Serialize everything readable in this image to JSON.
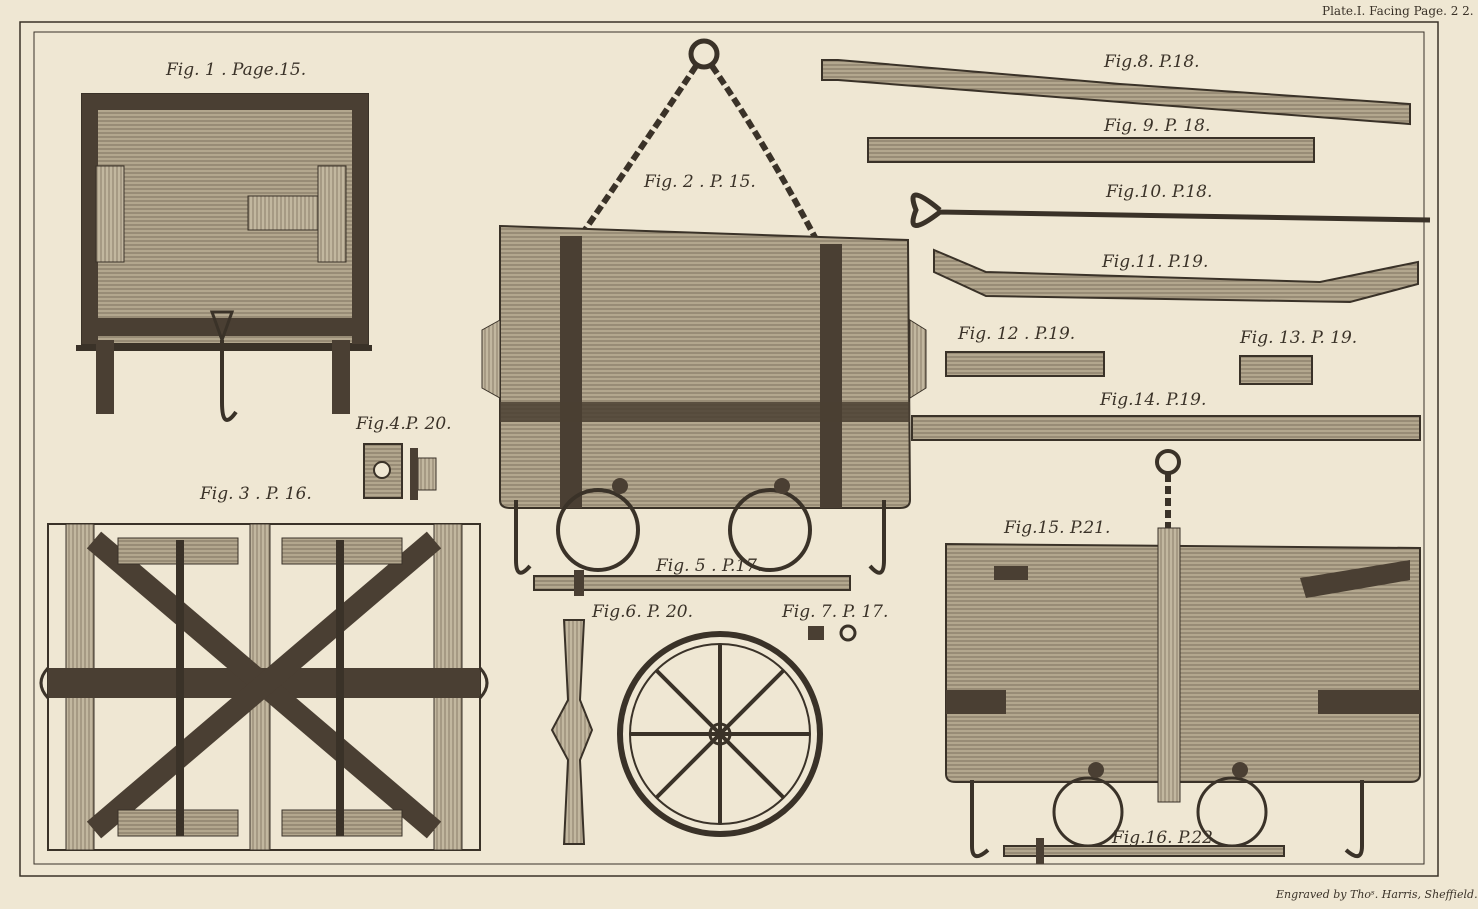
{
  "header": {
    "plate_ref": "Plate.I. Facing Page. 2 2."
  },
  "footer": {
    "engraver": "Engraved by Thoˢ. Harris, Sheffield."
  },
  "figures": [
    {
      "id": "fig1",
      "label": "Fig. 1 . Page.15."
    },
    {
      "id": "fig2",
      "label": "Fig. 2 . P. 15."
    },
    {
      "id": "fig3",
      "label": "Fig. 3 . P. 16."
    },
    {
      "id": "fig4",
      "label": "Fig.4.P. 20."
    },
    {
      "id": "fig5",
      "label": "Fig. 5 . P.17."
    },
    {
      "id": "fig6",
      "label": "Fig.6. P. 20."
    },
    {
      "id": "fig7",
      "label": "Fig. 7. P. 17."
    },
    {
      "id": "fig8",
      "label": "Fig.8. P.18."
    },
    {
      "id": "fig9",
      "label": "Fig. 9. P. 18."
    },
    {
      "id": "fig10",
      "label": "Fig.10. P.18."
    },
    {
      "id": "fig11",
      "label": "Fig.11. P.19."
    },
    {
      "id": "fig12",
      "label": "Fig. 12 . P.19."
    },
    {
      "id": "fig13",
      "label": "Fig. 13. P. 19."
    },
    {
      "id": "fig14",
      "label": "Fig.14. P.19."
    },
    {
      "id": "fig15",
      "label": "Fig.15. P.21."
    },
    {
      "id": "fig16",
      "label": "Fig.16. P.22."
    }
  ],
  "colors": {
    "paper": "#efe7d3",
    "ink": "#3a3228",
    "wood": "#a89a80",
    "dark_wood": "#4a3f33"
  }
}
